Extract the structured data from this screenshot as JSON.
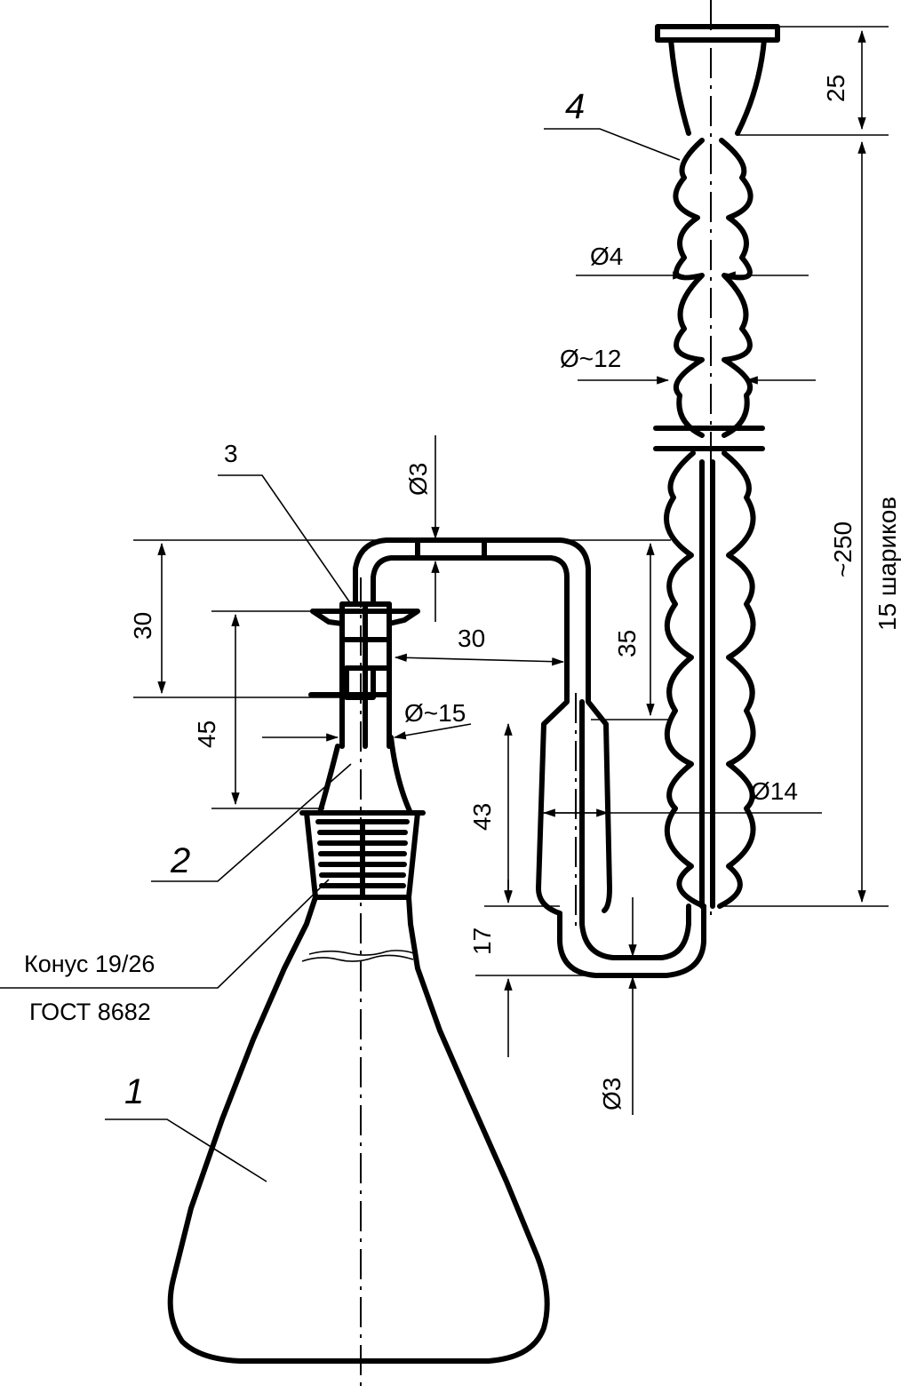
{
  "drawing": {
    "callouts": {
      "flask": "1",
      "adapter": "2",
      "tube": "3",
      "absorber": "4"
    },
    "dimensions": {
      "ball_column_height": "~250",
      "ball_count": "15 шариков",
      "top_neck_height": "25",
      "neck_diameter": "Ø4",
      "ball_diameter": "Ø~12",
      "top_tube_diameter": "Ø3",
      "bottom_tube_diameter": "Ø3",
      "side_height_30": "30",
      "side_height_45": "45",
      "side_offset_30": "30",
      "side_diameter_15": "Ø~15",
      "trap_height_35": "35",
      "trap_height_43": "43",
      "trap_height_17": "17",
      "trap_diameter_14": "Ø14"
    },
    "notes": {
      "cone": "Конус 19/26",
      "gost": "ГОСТ 8682"
    }
  }
}
